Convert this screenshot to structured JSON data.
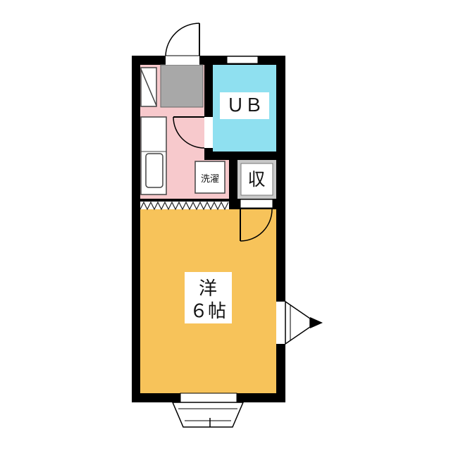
{
  "rooms": {
    "bath": {
      "label": "ＵＢ"
    },
    "storage": {
      "label": "収"
    },
    "laundry": {
      "label": "洗濯"
    },
    "western": {
      "line1": "洋",
      "line2": "６帖"
    }
  },
  "colors": {
    "wall": "#000000",
    "western_floor": "#F7C35A",
    "kitchen_floor": "#F7C9CC",
    "bath_floor": "#8FE0F0",
    "storage_floor": "#C8C8C8",
    "fixture_gray": "#A8A8A8",
    "label_bg": "#FFFFFF"
  }
}
